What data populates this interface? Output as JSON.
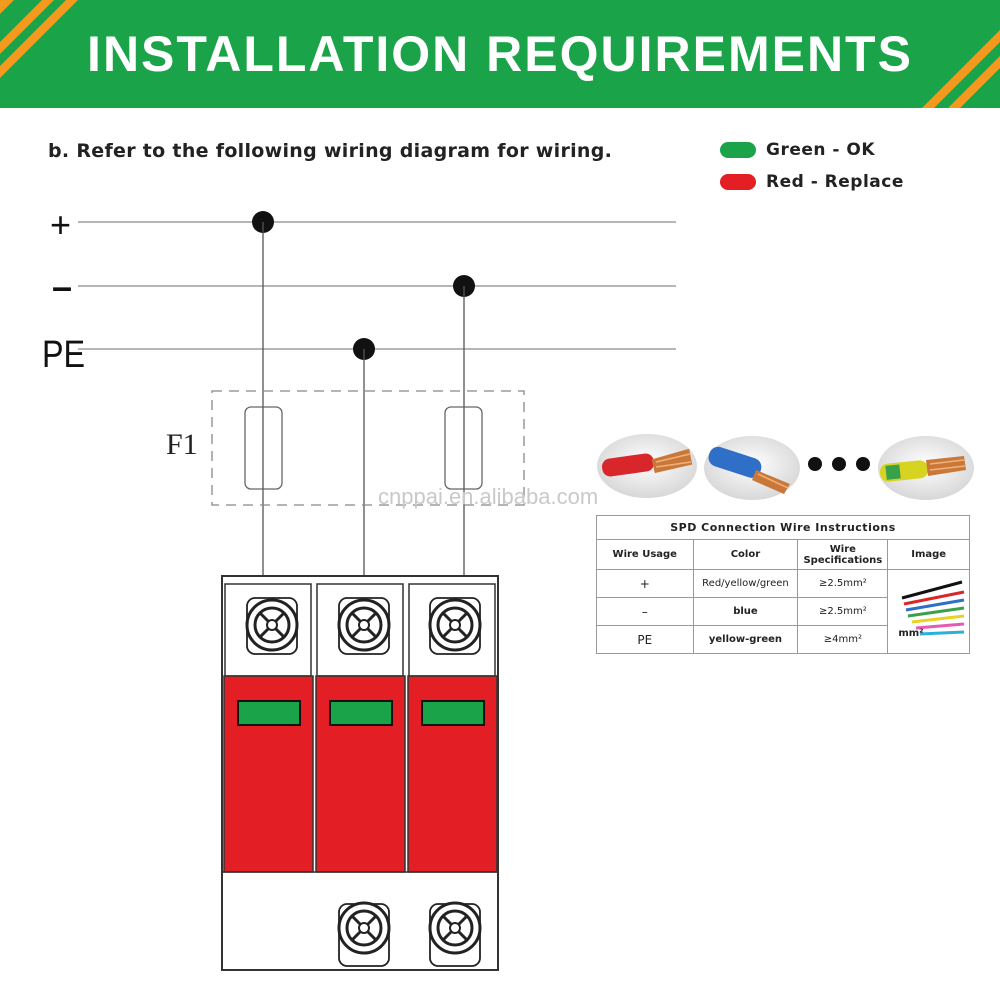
{
  "header": {
    "title": "INSTALLATION REQUIREMENTS"
  },
  "instruction": "b. Refer to the following wiring diagram for wiring.",
  "legend": [
    {
      "label": "Green - OK",
      "color": "#1ba34a"
    },
    {
      "label": "Red - Replace",
      "color": "#e31e24"
    }
  ],
  "lines": {
    "plus": "+",
    "minus": "–",
    "pe": "PE"
  },
  "fuse_label": "F1",
  "watermark": "cnppai.en.alibaba.com",
  "wire_table": {
    "title": "SPD Connection Wire Instructions",
    "headers": [
      "Wire Usage",
      "Color",
      "Wire Specifications",
      "Image"
    ],
    "rows": [
      {
        "usage": "+",
        "color": "Red/yellow/green",
        "spec": "≥2.5mm²"
      },
      {
        "usage": "–",
        "color": "blue",
        "spec": "≥2.5mm²"
      },
      {
        "usage": "PE",
        "color": "yellow-green",
        "spec": "≥4mm²"
      }
    ],
    "image_unit": "mm²"
  },
  "colors": {
    "banner": "#1ba34a",
    "module_red": "#e31e24",
    "indicator_green": "#1ba34a",
    "stripe_orange": "#f39a1e"
  }
}
